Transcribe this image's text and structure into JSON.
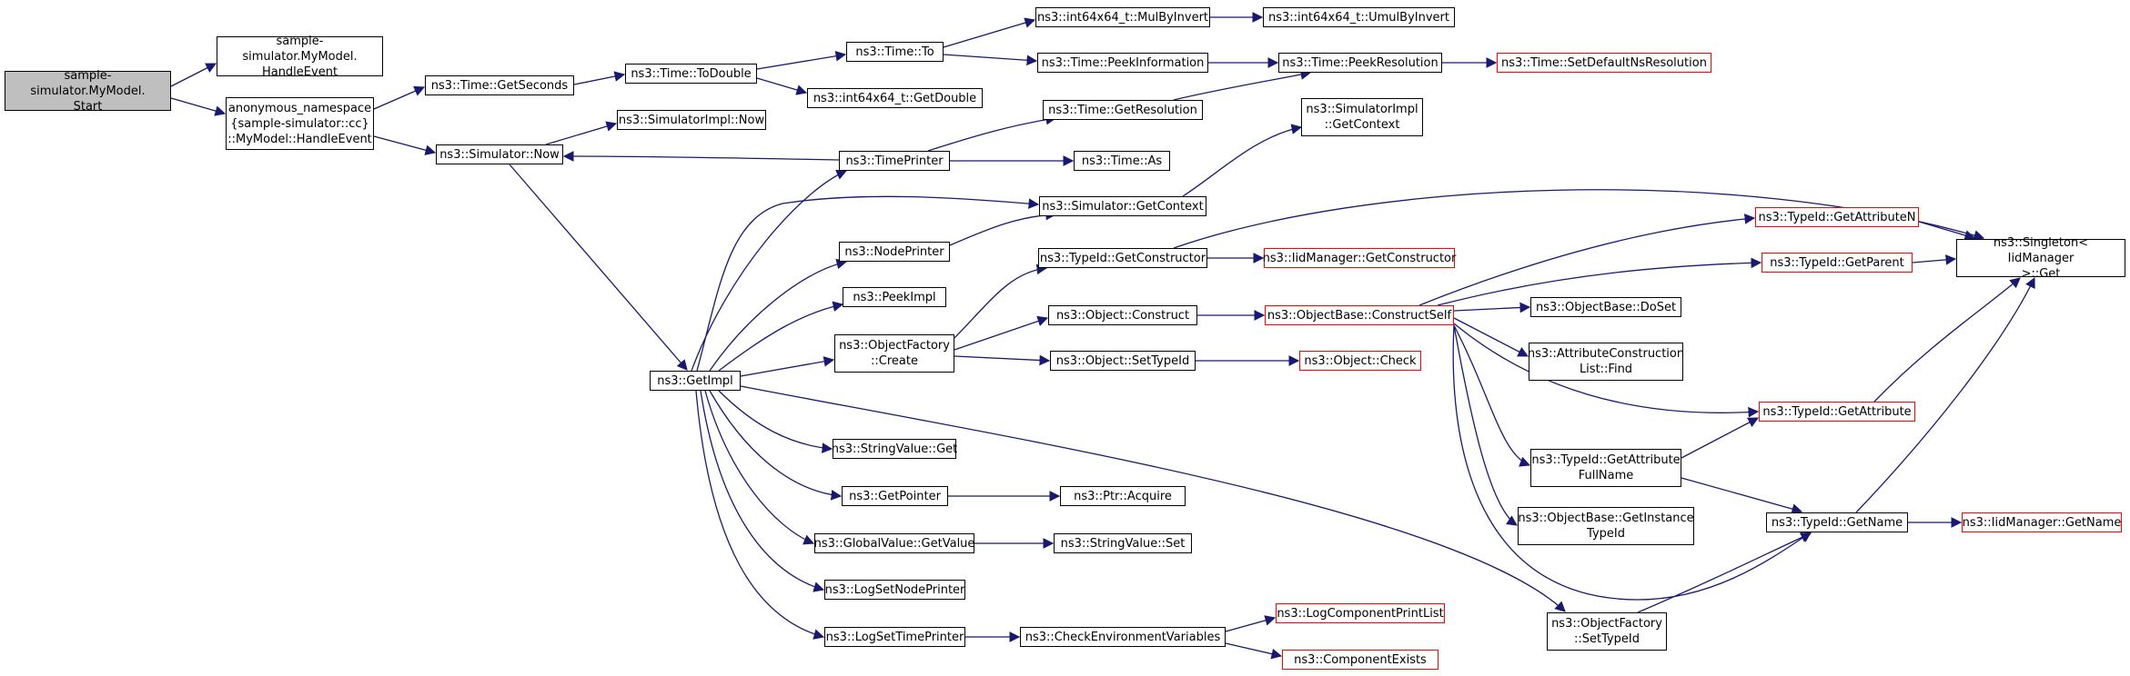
{
  "colors": {
    "edge": "#191970",
    "node_border": "#000000",
    "truncated_border": "#ff0000",
    "root_fill": "#bfbfbf"
  },
  "nodes": {
    "start": {
      "label": "sample-simulator.MyModel.\nStart",
      "truncated": false,
      "root": true
    },
    "mm_handle": {
      "label": "sample-simulator.MyModel.\nHandleEvent",
      "truncated": false
    },
    "anon_handle": {
      "label": "anonymous_namespace\n{sample-simulator::cc}\n::MyModel::HandleEvent",
      "truncated": false
    },
    "get_seconds": {
      "label": "ns3::Time::GetSeconds",
      "truncated": false
    },
    "to_double": {
      "label": "ns3::Time::ToDouble",
      "truncated": false
    },
    "time_to": {
      "label": "ns3::Time::To",
      "truncated": false
    },
    "mulbyinvert": {
      "label": "ns3::int64x64_t::MulByInvert",
      "truncated": false
    },
    "umulbyinvert": {
      "label": "ns3::int64x64_t::UmulByInvert",
      "truncated": false
    },
    "peekinformation": {
      "label": "ns3::Time::PeekInformation",
      "truncated": false
    },
    "peekresolution": {
      "label": "ns3::Time::PeekResolution",
      "truncated": false
    },
    "setdefaultnsres": {
      "label": "ns3::Time::SetDefaultNsResolution",
      "truncated": true
    },
    "getdouble": {
      "label": "ns3::int64x64_t::GetDouble",
      "truncated": false
    },
    "getresolution": {
      "label": "ns3::Time::GetResolution",
      "truncated": false
    },
    "simimpl_now": {
      "label": "ns3::SimulatorImpl::Now",
      "truncated": false
    },
    "sim_now": {
      "label": "ns3::Simulator::Now",
      "truncated": false
    },
    "timeprinter": {
      "label": "ns3::TimePrinter",
      "truncated": false
    },
    "time_as": {
      "label": "ns3::Time::As",
      "truncated": false
    },
    "simimpl_getctx": {
      "label": "ns3::SimulatorImpl\n::GetContext",
      "truncated": false
    },
    "sim_getctx": {
      "label": "ns3::Simulator::GetContext",
      "truncated": false
    },
    "nodeprinter": {
      "label": "ns3::NodePrinter",
      "truncated": false
    },
    "typeid_getctor": {
      "label": "ns3::TypeId::GetConstructor",
      "truncated": false
    },
    "iidmgr_getctor": {
      "label": "ns3::IidManager::GetConstructor",
      "truncated": true
    },
    "typeid_getattrn": {
      "label": "ns3::TypeId::GetAttributeN",
      "truncated": true
    },
    "singleton_get": {
      "label": "ns3::Singleton< IidManager\n>::Get",
      "truncated": false
    },
    "typeid_getparent": {
      "label": "ns3::TypeId::GetParent",
      "truncated": true
    },
    "peekimpl": {
      "label": "ns3::PeekImpl",
      "truncated": false
    },
    "objfactory_create": {
      "label": "ns3::ObjectFactory\n::Create",
      "truncated": false
    },
    "obj_construct": {
      "label": "ns3::Object::Construct",
      "truncated": false
    },
    "objbase_constructself": {
      "label": "ns3::ObjectBase::ConstructSelf",
      "truncated": true
    },
    "objbase_doset": {
      "label": "ns3::ObjectBase::DoSet",
      "truncated": false
    },
    "getimpl": {
      "label": "ns3::GetImpl",
      "truncated": false
    },
    "obj_settypeid": {
      "label": "ns3::Object::SetTypeId",
      "truncated": false
    },
    "obj_check": {
      "label": "ns3::Object::Check",
      "truncated": true
    },
    "attrconst_find": {
      "label": "ns3::AttributeConstruction\nList::Find",
      "truncated": false
    },
    "typeid_getattr": {
      "label": "ns3::TypeId::GetAttribute",
      "truncated": true
    },
    "stringvalue_get": {
      "label": "ns3::StringValue::Get",
      "truncated": false
    },
    "typeid_getattrfull": {
      "label": "ns3::TypeId::GetAttribute\nFullName",
      "truncated": false
    },
    "getpointer": {
      "label": "ns3::GetPointer",
      "truncated": false
    },
    "ptr_acquire": {
      "label": "ns3::Ptr::Acquire",
      "truncated": false
    },
    "typeid_getname": {
      "label": "ns3::TypeId::GetName",
      "truncated": false
    },
    "iidmgr_getname": {
      "label": "ns3::IidManager::GetName",
      "truncated": true
    },
    "objbase_getinst": {
      "label": "ns3::ObjectBase::GetInstance\nTypeId",
      "truncated": false
    },
    "globalvalue_getvalue": {
      "label": "ns3::GlobalValue::GetValue",
      "truncated": false
    },
    "stringvalue_set": {
      "label": "ns3::StringValue::Set",
      "truncated": false
    },
    "logsetnodeprinter": {
      "label": "ns3::LogSetNodePrinter",
      "truncated": false
    },
    "logcompprintlist": {
      "label": "ns3::LogComponentPrintList",
      "truncated": true
    },
    "logsettimeprinter": {
      "label": "ns3::LogSetTimePrinter",
      "truncated": false
    },
    "checkenvvars": {
      "label": "ns3::CheckEnvironmentVariables",
      "truncated": false
    },
    "objfactory_settypeid": {
      "label": "ns3::ObjectFactory\n::SetTypeId",
      "truncated": false
    },
    "componentexists": {
      "label": "ns3::ComponentExists",
      "truncated": true
    }
  }
}
